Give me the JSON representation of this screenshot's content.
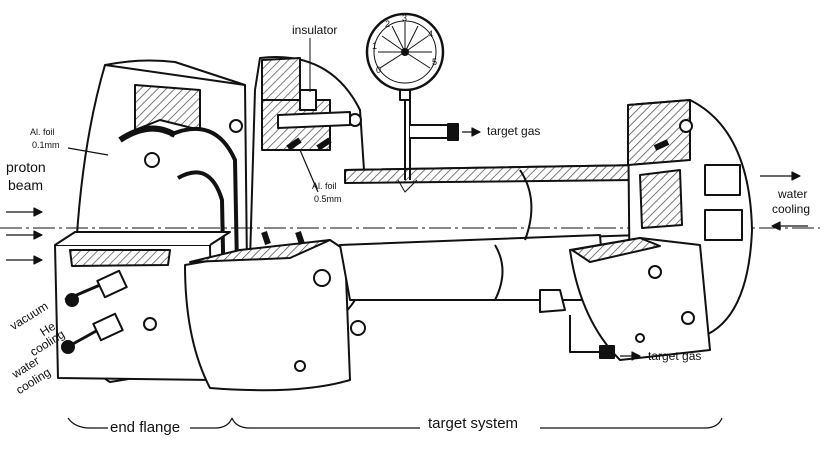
{
  "labels": {
    "insulator": "insulator",
    "target_gas_top": "target gas",
    "al_foil_1": "Al. foil",
    "al_foil_1_thk": "0.1mm",
    "al_foil_2": "Al. foil",
    "al_foil_2_thk": "0.5mm",
    "proton": "proton",
    "beam": "beam",
    "water_right_1": "water",
    "water_right_2": "cooling",
    "target_gas_bottom": "target gas",
    "vacuum": "vacuum",
    "he": "He",
    "he_cooling": "cooling",
    "water_left": "water",
    "water_left_cooling": "cooling",
    "end_flange": "end flange",
    "target_system": "target system"
  },
  "gauge_ticks": [
    "0",
    "1",
    "2",
    "3",
    "4",
    "5"
  ],
  "colors": {
    "ink": "#111111",
    "paper": "#ffffff",
    "hatch": "#444444"
  }
}
